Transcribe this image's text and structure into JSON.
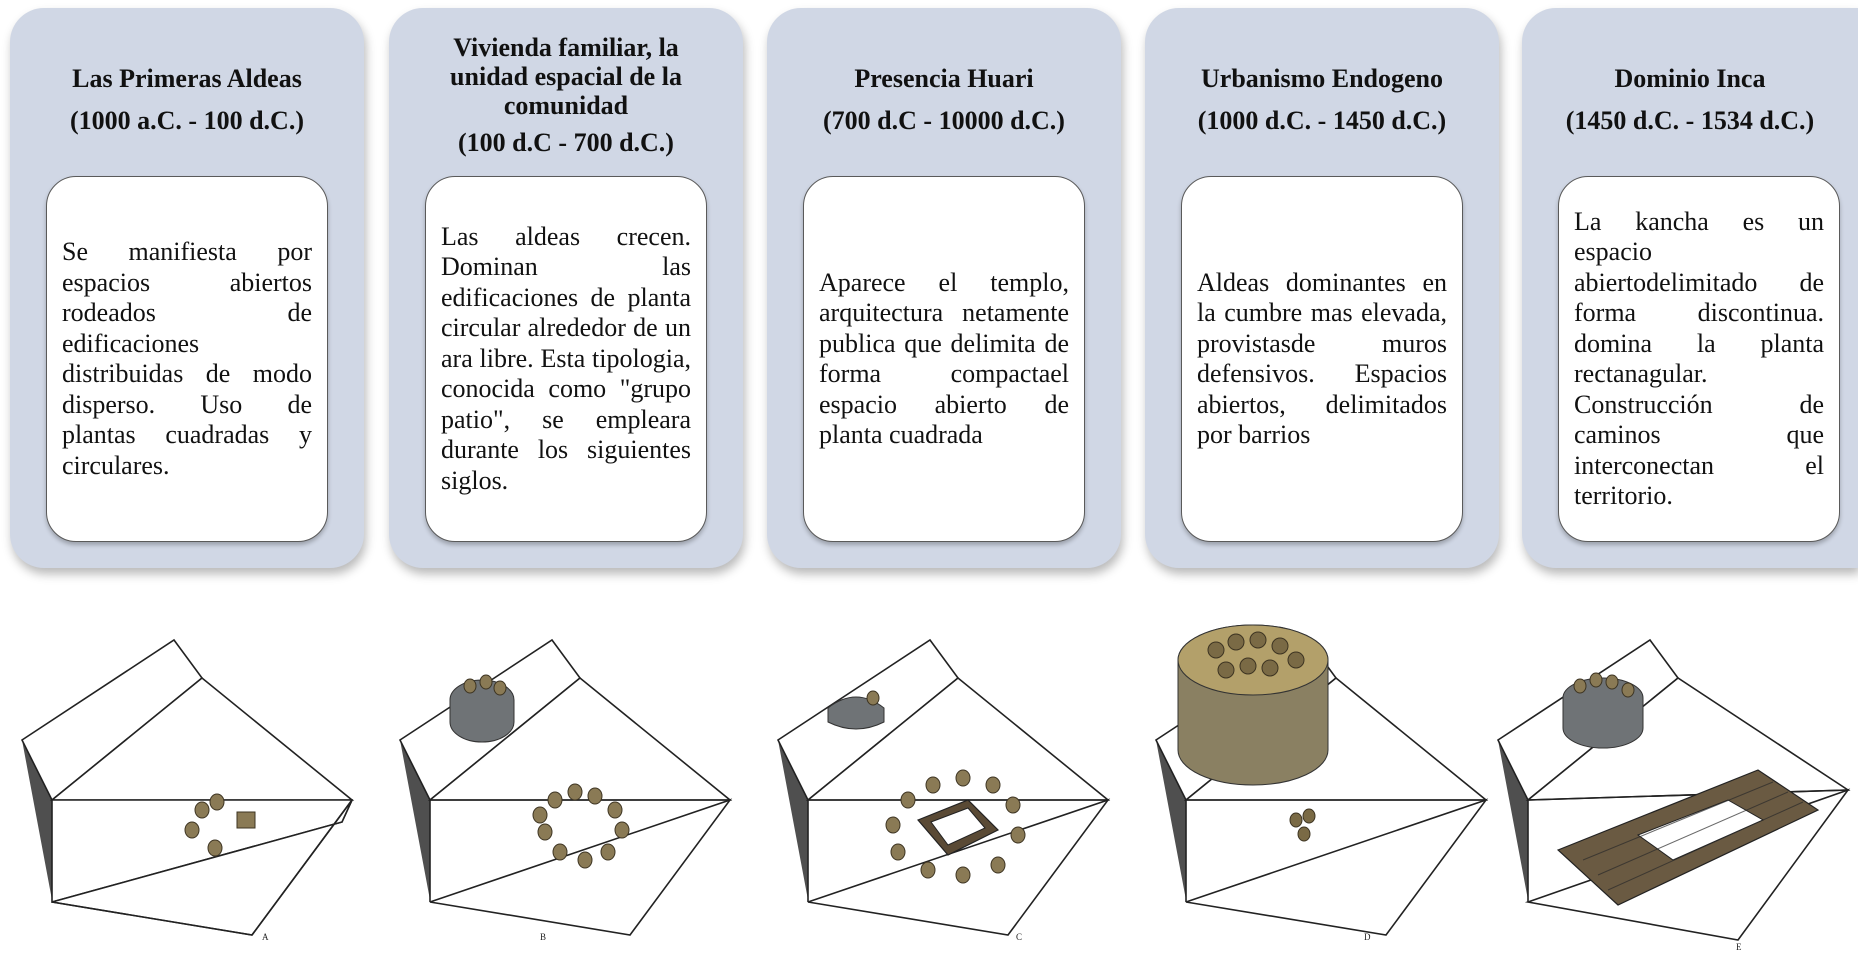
{
  "periods": [
    {
      "title": "Las Primeras Aldeas",
      "dates": "(1000 a.C. - 100 d.C.)",
      "description": "Se manifiesta por espacios abiertos rodeados de edificaciones distribuidas de modo disperso. Uso de plantas cuadradas y circulares.",
      "image_label": "A"
    },
    {
      "title": "Vivienda familiar, la unidad espacial de la comunidad",
      "dates": "(100 d.C - 700 d.C.)",
      "description": "Las aldeas crecen. Dominan las edificaciones de planta circular alrededor de un ara libre. Esta tipologia, conocida como \"grupo patio\", se empleara durante los siguientes siglos.",
      "image_label": "B"
    },
    {
      "title": "Presencia Huari",
      "dates": "(700 d.C - 10000 d.C.)",
      "description": "Aparece el templo, arquitectura netamente publica que delimita de forma compactael espacio abierto de planta cuadrada",
      "image_label": "C"
    },
    {
      "title": "Urbanismo Endogeno",
      "dates": "(1000 d.C. - 1450 d.C.)",
      "description": "Aldeas dominantes en la cumbre mas elevada, provistasde muros defensivos. Espacios abiertos, delimitados por barrios",
      "image_label": "D"
    },
    {
      "title": "Dominio Inca",
      "dates": "(1450 d.C. - 1534 d.C.)",
      "description": "La kancha es un espacio abiertodelimitado de forma discontinua. domina la planta rectanagular. Construcción de caminos que interconectan el territorio.",
      "image_label": "E"
    }
  ],
  "colors": {
    "card_background": "#d0d7e5",
    "inner_box": "#ffffff",
    "hut": "#8a7a55",
    "hill_shadow": "#4f4f4f"
  }
}
